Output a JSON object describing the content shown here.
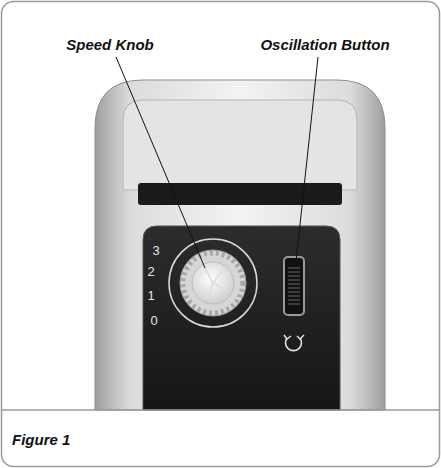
{
  "diagram": {
    "caption": "Figure 1",
    "labels": [
      "Speed Knob",
      "Oscillation Button",
      "3",
      "2",
      "1",
      "0"
    ]
  }
}
